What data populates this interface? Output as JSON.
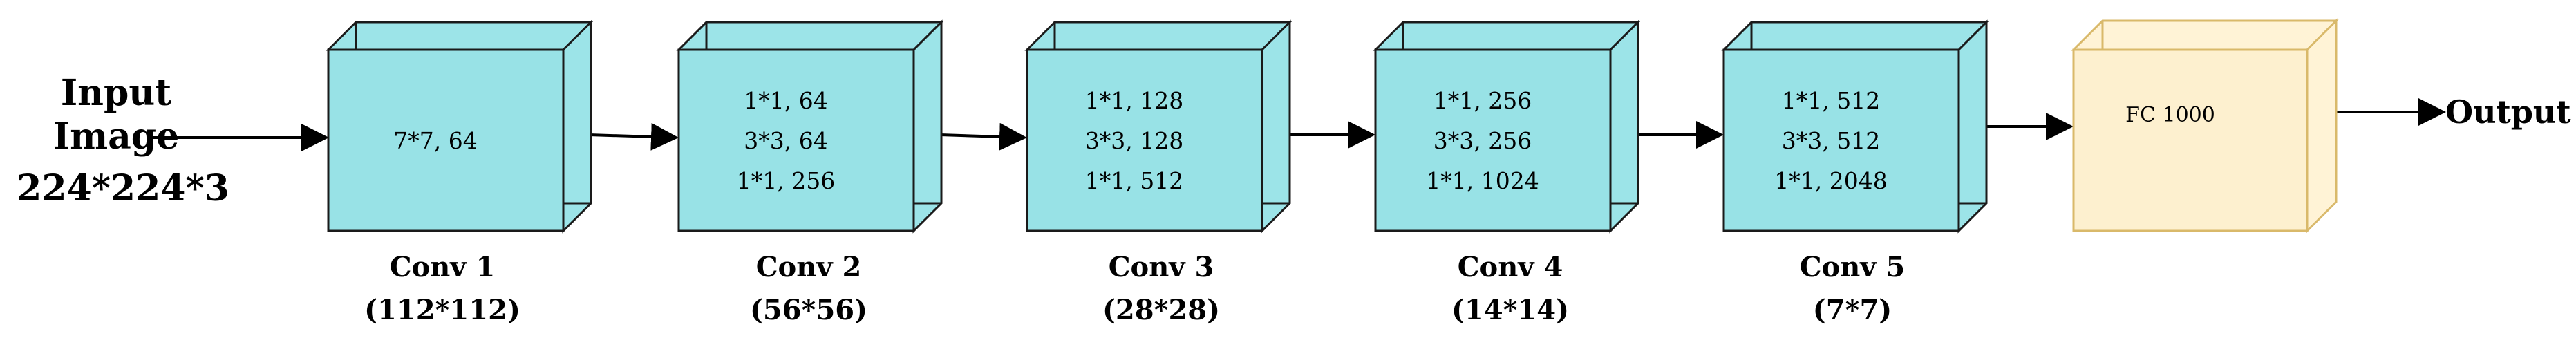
{
  "input": {
    "line1": "Input",
    "line2": "Image",
    "line3": "224*224*3"
  },
  "blocks": [
    {
      "layers": [
        "7*7, 64"
      ],
      "stage": "Conv 1",
      "size": "(112*112)"
    },
    {
      "layers": [
        "1*1, 64",
        "3*3, 64",
        "1*1, 256"
      ],
      "stage": "Conv 2",
      "size": "(56*56)"
    },
    {
      "layers": [
        "1*1, 128",
        "3*3, 128",
        "1*1, 512"
      ],
      "stage": "Conv 3",
      "size": "(28*28)"
    },
    {
      "layers": [
        "1*1, 256",
        "3*3, 256",
        "1*1, 1024"
      ],
      "stage": "Conv 4",
      "size": "(14*14)"
    },
    {
      "layers": [
        "1*1, 512",
        "3*3, 512",
        "1*1, 2048"
      ],
      "stage": "Conv 5",
      "size": "(7*7)"
    }
  ],
  "fc": {
    "label": "FC 1000"
  },
  "output": {
    "label": "Output"
  },
  "colors": {
    "conv_face": "#98E2E6",
    "conv_side": "#9CE4E8",
    "fc_face": "#FDF0CF",
    "fc_side": "#FFF3D6",
    "fc_edge": "#D9B96A",
    "edge": "#1a1a1a",
    "arrow": "#000000"
  }
}
